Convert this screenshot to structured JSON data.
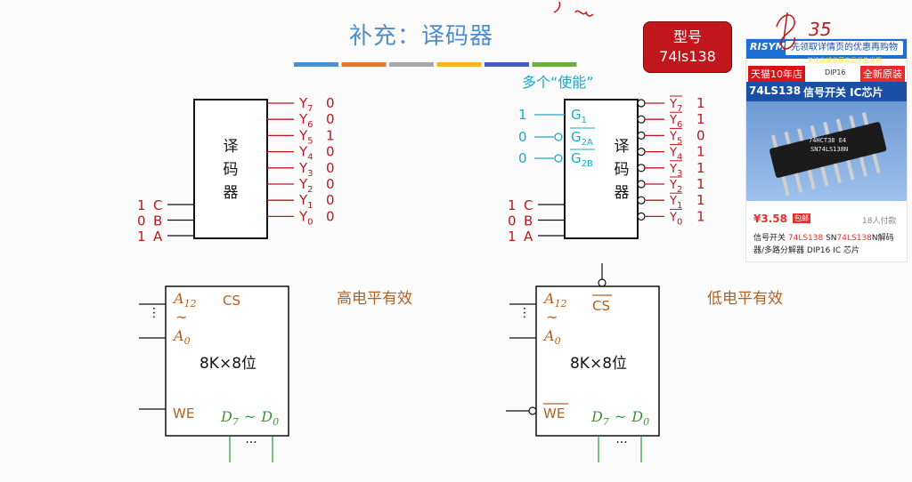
{
  "title": "补充：译码器",
  "bubble": {
    "line1": "型号",
    "line2": "74ls138"
  },
  "enable_caption": "多个“使能”",
  "colors": {
    "title": "#4f8ec9",
    "output_red": "#c0161c",
    "enable_cyan": "#1aa9c9",
    "memory_brown": "#b1601f",
    "data_green": "#2f9a3a",
    "divider": [
      "#4d8fcb",
      "#e0793a",
      "#a8a8a8",
      "#f3b61f",
      "#4360b8",
      "#6cae3f"
    ]
  },
  "decoder_left": {
    "body": [
      "译",
      "码",
      "器"
    ],
    "outputs": [
      {
        "name": "Y",
        "sub": "7",
        "value": "0"
      },
      {
        "name": "Y",
        "sub": "6",
        "value": "0"
      },
      {
        "name": "Y",
        "sub": "5",
        "value": "1"
      },
      {
        "name": "Y",
        "sub": "4",
        "value": "0"
      },
      {
        "name": "Y",
        "sub": "3",
        "value": "0"
      },
      {
        "name": "Y",
        "sub": "2",
        "value": "0"
      },
      {
        "name": "Y",
        "sub": "1",
        "value": "0"
      },
      {
        "name": "Y",
        "sub": "0",
        "value": "0"
      }
    ],
    "inputs": [
      {
        "value": "1",
        "name": "C"
      },
      {
        "value": "0",
        "name": "B"
      },
      {
        "value": "1",
        "name": "A"
      }
    ]
  },
  "decoder_right": {
    "body": [
      "译",
      "码",
      "器"
    ],
    "enables": [
      {
        "value": "1",
        "name": "G",
        "sub": "1",
        "bar": false
      },
      {
        "value": "0",
        "name": "G",
        "sub": "2A",
        "bar": true
      },
      {
        "value": "0",
        "name": "G",
        "sub": "2B",
        "bar": true
      }
    ],
    "outputs": [
      {
        "name": "Y",
        "sub": "7",
        "value": "1"
      },
      {
        "name": "Y",
        "sub": "6",
        "value": "1"
      },
      {
        "name": "Y",
        "sub": "5",
        "value": "0"
      },
      {
        "name": "Y",
        "sub": "4",
        "value": "1"
      },
      {
        "name": "Y",
        "sub": "3",
        "value": "1"
      },
      {
        "name": "Y",
        "sub": "2",
        "value": "1"
      },
      {
        "name": "Y",
        "sub": "1",
        "value": "1"
      },
      {
        "name": "Y",
        "sub": "0",
        "value": "1"
      }
    ],
    "inputs": [
      {
        "value": "1",
        "name": "C"
      },
      {
        "value": "0",
        "name": "B"
      },
      {
        "value": "1",
        "name": "A"
      }
    ]
  },
  "memory_left": {
    "addr_top": "A",
    "addr_top_sub": "12",
    "tilde": "~",
    "addr_bottom": "A",
    "addr_bottom_sub": "0",
    "cs": "CS",
    "we": "WE",
    "capacity": "8K×8位",
    "data": "D",
    "data_hi_sub": "7",
    "data_sep": "~",
    "data_lo_sub": "0",
    "dots": "···",
    "caption": "高电平有效"
  },
  "memory_right": {
    "addr_top": "A",
    "addr_top_sub": "12",
    "tilde": "~",
    "addr_bottom": "A",
    "addr_bottom_sub": "0",
    "cs": "CS",
    "we": "WE",
    "capacity": "8K×8位",
    "data": "D",
    "data_hi_sub": "7",
    "data_sep": "~",
    "data_lo_sub": "0",
    "dots": "···",
    "caption": "低电平有效"
  },
  "ad": {
    "logo": "RISYM",
    "banner": "先领取详情页的优惠再购物",
    "banner_sub": "关注店铺收藏商品优先发货",
    "tmall": "天猫10年店",
    "package": "DIP16",
    "original": "全新原装",
    "model": "74LS138",
    "category": "信号开关 IC芯片",
    "chip_line1": "74HCT38 E4",
    "chip_line2": "SN74LS138N",
    "price": "¥3.58",
    "price_tag": "包邮",
    "paid": "18人付款",
    "desc_pre": "信号开关 ",
    "desc_hl1": "74LS138",
    "desc_mid": " SN",
    "desc_hl2": "74LS138",
    "desc_post": "N解码器/多路分解器 DIP16 IC 芯片"
  },
  "scribble": "35"
}
